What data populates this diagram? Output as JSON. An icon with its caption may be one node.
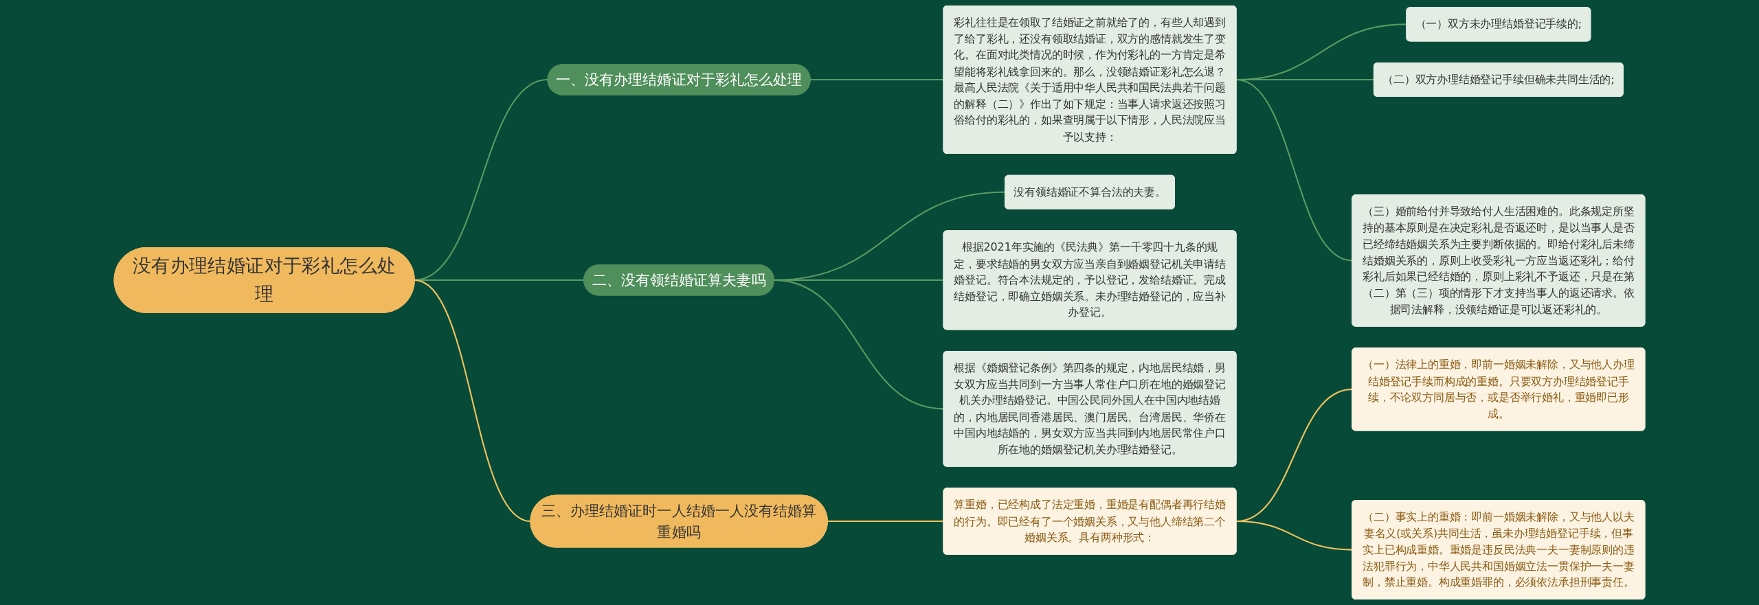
{
  "diagram": {
    "nodes": [
      {
        "text": [
          "没有办理结婚证对于彩礼怎么处理"
        ]
      },
      {
        "text": [
          "一、没有办理结婚证对于彩礼怎么处理"
        ]
      },
      {
        "text": [
          "彩礼往往是在领取了结婚证之前就给了的，有些人却遇到了给了彩礼，还没有领取结婚证，双方的感情就发生了变化。在面对此类情况的时候，作为付彩礼的一方肯定是希望能将彩礼钱拿回来的。那么，没领结婚证彩礼怎么退？最高人民法院《关于适用中华人民共和国民法典若干问题的解释（二）》作出了如下规定：当事人请求返还按照习俗给付的彩礼的，如果查明属于以下情形，人民法院应当予以支持："
        ]
      },
      {
        "text": [
          "（一）双方未办理结婚登记手续的;"
        ]
      },
      {
        "text": [
          "（二）双方办理结婚登记手续但确未共同生活的;"
        ]
      },
      {
        "text": [
          "（三）婚前给付并导致给付人生活困难的。此条规定所坚持的基本原则是在决定彩礼是否返还时，是以当事人是否已经缔结婚姻关系为主要判断依据的。即给付彩礼后未缔结婚姻关系的，原则上收受彩礼一方应当返还彩礼；给付彩礼后如果已经结婚的，原则上彩礼不予返还，只是在第（二）第（三）项的情形下才支持当事人的返还请求。依据司法解释，没领结婚证是可以返还彩礼的。"
        ]
      },
      {
        "text": [
          "二、没有领结婚证算夫妻吗"
        ]
      },
      {
        "text": [
          "没有领结婚证不算合法的夫妻。"
        ]
      },
      {
        "text": [
          "根据2021年实施的《民法典》第一千零四十九条的规定，要求结婚的男女双方应当亲自到婚姻登记机关申请结婚登记。符合本法规定的，予以登记，发给结婚证。完成结婚登记，即确立婚姻关系。未办理结婚登记的，应当补办登记。"
        ]
      },
      {
        "text": [
          "根据《婚姻登记条例》第四条的规定，内地居民结婚，男女双方应当共同到一方当事人常住户口所在地的婚姻登记机关办理结婚登记。中国公民同外国人在中国内地结婚的，内地居民同香港居民、澳门居民、台湾居民、华侨在中国内地结婚的，男女双方应当共同到内地居民常住户口所在地的婚姻登记机关办理结婚登记。"
        ]
      },
      {
        "text": [
          "三、办理结婚证时一人结婚一人没有结婚算重婚吗"
        ]
      },
      {
        "text": [
          "算重婚，已经构成了法定重婚，重婚是有配偶者再行结婚的行为。即已经有了一个婚姻关系，又与他人缔结第二个婚姻关系。具有两种形式："
        ]
      },
      {
        "text": [
          "（一）法律上的重婚，即前一婚姻未解除，又与他人办理结婚登记手续而构成的重婚。只要双方办理结婚登记手续，不论双方同居与否，或是否举行婚礼，重婚即已形成。"
        ]
      },
      {
        "text": [
          "（二）事实上的重婚：即前一婚姻未解除，又与他人以夫妻名义(或关系)共同生活，虽未办理结婚登记手续，但事实上已构成重婚。重婚是违反民法典一夫一妻制原则的违法犯罪行为，中华人民共和国婚姻立法一贯保护一夫一妻制，禁止重婚。构成重婚罪的，必须依法承担刑事责任。"
        ]
      }
    ],
    "edges": [
      {
        "from": 0,
        "to": 1,
        "arrow": "none"
      },
      {
        "from": 1,
        "to": 2,
        "arrow": "none"
      },
      {
        "from": 2,
        "to": 3,
        "arrow": "none"
      },
      {
        "from": 2,
        "to": 4,
        "arrow": "none"
      },
      {
        "from": 2,
        "to": 5,
        "arrow": "none"
      },
      {
        "from": 0,
        "to": 6,
        "arrow": "none"
      },
      {
        "from": 6,
        "to": 7,
        "arrow": "none"
      },
      {
        "from": 6,
        "to": 8,
        "arrow": "none"
      },
      {
        "from": 6,
        "to": 9,
        "arrow": "none"
      },
      {
        "from": 0,
        "to": 10,
        "arrow": "none",
        "color": "#f0c35e"
      },
      {
        "from": 10,
        "to": 11,
        "arrow": "none",
        "color": "#f0c35e"
      },
      {
        "from": 11,
        "to": 12,
        "arrow": "none",
        "color": "#f0c35e"
      },
      {
        "from": 11,
        "to": 13,
        "arrow": "none",
        "color": "#f0c35e"
      }
    ]
  }
}
